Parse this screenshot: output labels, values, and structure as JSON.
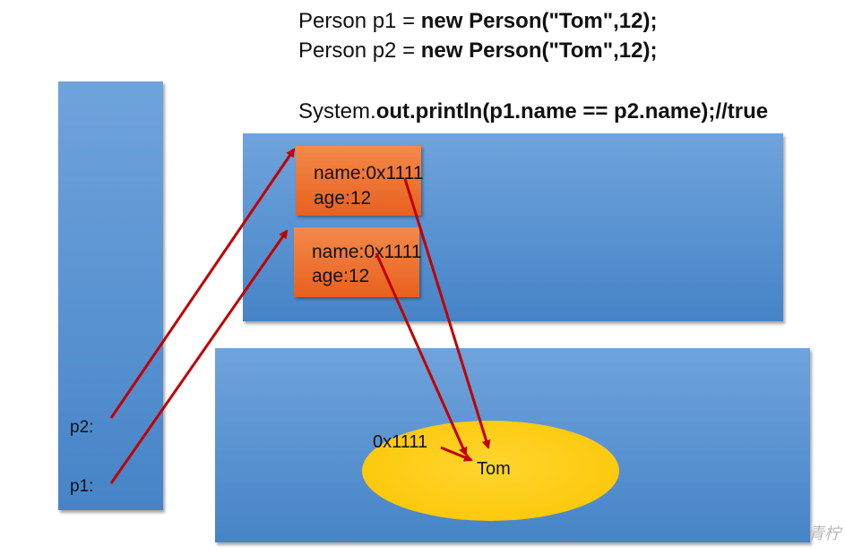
{
  "code": {
    "line1_plain": "Person p1 = ",
    "line1_bold": "new Person(\"Tom\",12);",
    "line2_plain": "Person p2 = ",
    "line2_bold": "new Person(\"Tom\",12);",
    "line3_plain": "System.",
    "line3_bold": "out.println(p1.name == p2.name);//true"
  },
  "stack": {
    "p2_label": "p2:",
    "p1_label": "p1:"
  },
  "heap": {
    "object1": {
      "name_line": "name:0x1111",
      "age_line": "age:12"
    },
    "object2": {
      "name_line": "name:0x1111",
      "age_line": "age:12"
    }
  },
  "string_pool": {
    "address": "0x1111",
    "value": "Tom"
  },
  "colors": {
    "area_blue": "#5b95d6",
    "object_orange": "#ec6a27",
    "string_yellow": "#fcc800",
    "arrow_red": "#c00000"
  }
}
